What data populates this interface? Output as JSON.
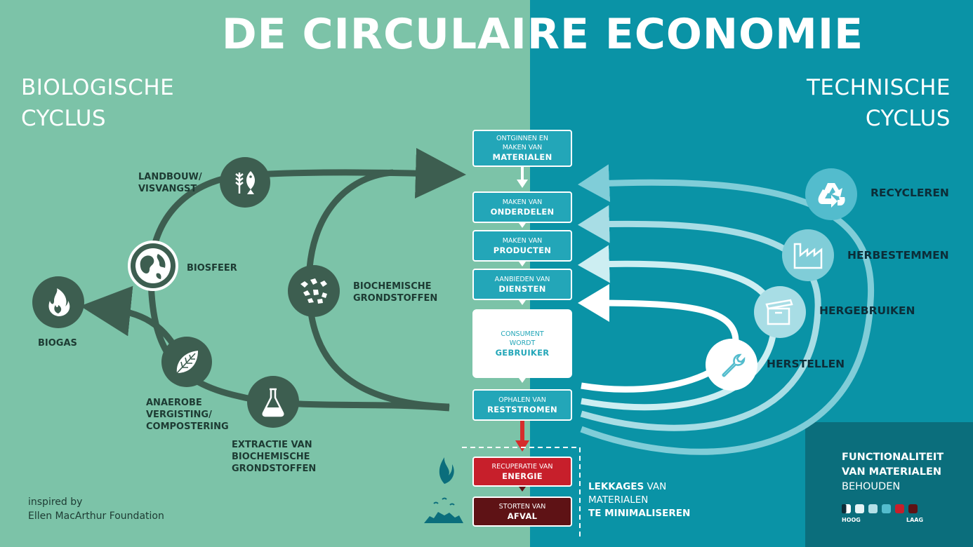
{
  "title": "DE CIRCULAIRE ECONOMIE",
  "left_cycle": {
    "line1": "BIOLOGISCHE",
    "line2": "CYCLUS"
  },
  "right_cycle": {
    "line1": "TECHNISCHE",
    "line2": "CYCLUS"
  },
  "bio_labels": {
    "landbouw": [
      "LANDBOUW/",
      "VISVANGST"
    ],
    "biosfeer": "BIOSFEER",
    "biogas": "BIOGAS",
    "biochemische": [
      "BIOCHEMISCHE",
      "GRONDSTOFFEN"
    ],
    "anaerobe": [
      "ANAEROBE",
      "VERGISTING/",
      "COMPOSTERING"
    ],
    "extractie": [
      "EXTRACTIE VAN",
      "BIOCHEMISCHE",
      "GRONDSTOFFEN"
    ]
  },
  "tech_labels": {
    "recycleren": "RECYCLEREN",
    "herbestemmen": "HERBESTEMMEN",
    "hergebruiken": "HERGEBRUIKEN",
    "herstellen": "HERSTELLEN"
  },
  "boxes": {
    "b1": {
      "small": [
        "ONTGINNEN EN",
        "MAKEN VAN"
      ],
      "bold": "MATERIALEN"
    },
    "b2": {
      "small": [
        "MAKEN VAN"
      ],
      "bold": "ONDERDELEN"
    },
    "b3": {
      "small": [
        "MAKEN VAN"
      ],
      "bold": "PRODUCTEN"
    },
    "b4": {
      "small": [
        "AANBIEDEN VAN"
      ],
      "bold": "DIENSTEN"
    },
    "b5": {
      "small": [
        "CONSUMENT",
        "WORDT"
      ],
      "bold": "GEBRUIKER"
    },
    "b6": {
      "small": [
        "OPHALEN VAN"
      ],
      "bold": "RESTSTROMEN"
    },
    "b7": {
      "small": [
        "RECUPERATIE VAN"
      ],
      "bold": "ENERGIE"
    },
    "b8": {
      "small": [
        "STORTEN VAN"
      ],
      "bold": "AFVAL"
    }
  },
  "leakage": {
    "bold1": "LEKKAGES",
    "rest1": " VAN",
    "line2": "MATERIALEN",
    "bold3": "TE MINIMALISEREN"
  },
  "legend": {
    "line1": "FUNCTIONALITEIT",
    "line2": "VAN MATERIALEN",
    "line3": "BEHOUDEN",
    "high": "HOOG",
    "low": "LAAG"
  },
  "credit": {
    "line1": "inspired by",
    "line2": "Ellen MacArthur Foundation"
  },
  "colors": {
    "bio_bg": "#7cc3a8",
    "tech_bg": "#0a93a6",
    "legend_bg": "#0b6e7c",
    "dark_green": "#3d5e50",
    "box_teal": "#23a6b8",
    "red": "#c71f2b",
    "dark_red": "#5e1215"
  }
}
